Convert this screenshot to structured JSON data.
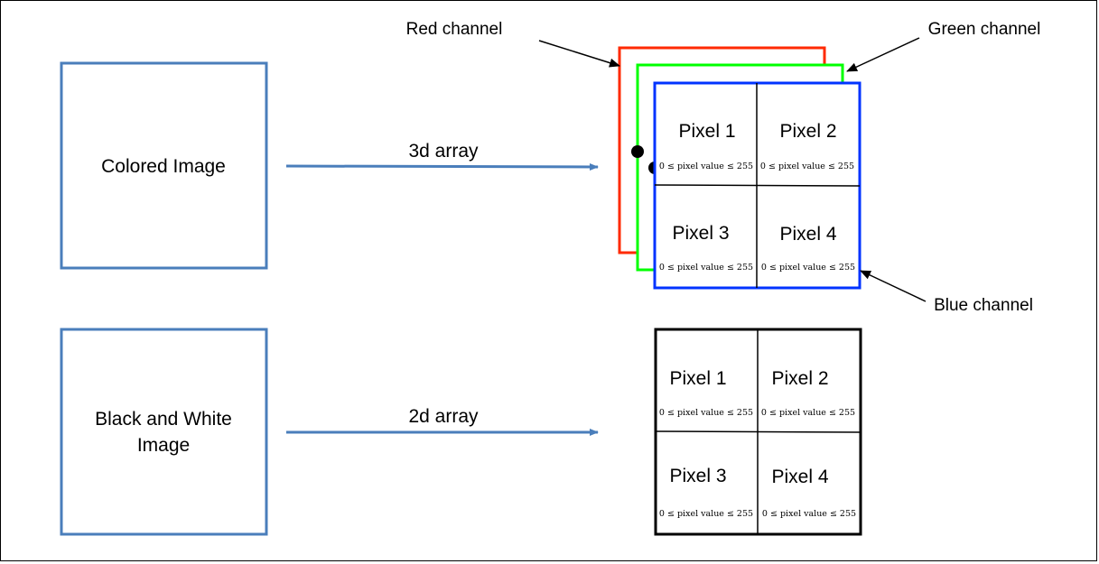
{
  "colors": {
    "box_border": "#4a7ebb",
    "arrow": "#4a7ebb",
    "red_channel": "#ff2a00",
    "green_channel": "#00ff00",
    "blue_channel": "#0033ff",
    "grid": "#000000"
  },
  "colored": {
    "box_label": "Colored Image",
    "arrow_label": "3d array"
  },
  "bw": {
    "box_label_line1": "Black and White",
    "box_label_line2": "Image",
    "arrow_label": "2d array"
  },
  "channels": {
    "red": "Red channel",
    "green": "Green channel",
    "blue": "Blue channel"
  },
  "pixels": {
    "p1": "Pixel 1",
    "p2": "Pixel 2",
    "p3": "Pixel 3",
    "p4": "Pixel 4",
    "range": "0 ≤ pixel value ≤ 255"
  }
}
